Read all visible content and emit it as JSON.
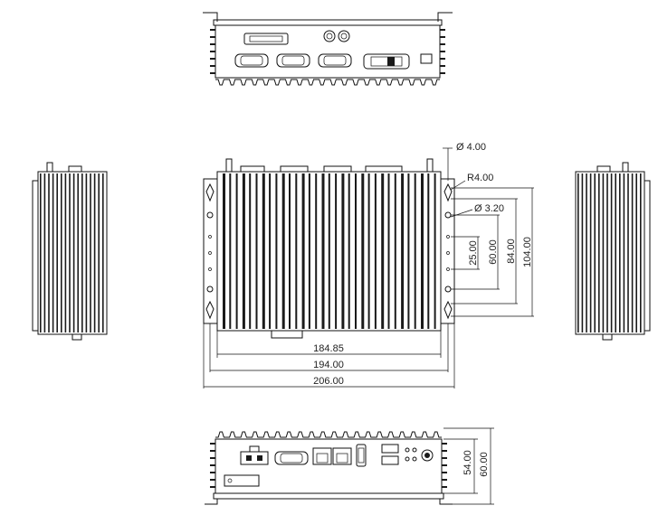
{
  "dimensions": {
    "width_185": "184.85",
    "width_194": "194.00",
    "width_206": "206.00",
    "hole_dia": "Ø 4.00",
    "radius": "R4.00",
    "hole_dia_small": "Ø 3.20",
    "v_25": "25.00",
    "v_60": "60.00",
    "v_84": "84.00",
    "v_104": "104.00",
    "h_54": "54.00",
    "h_60": "60.00"
  }
}
